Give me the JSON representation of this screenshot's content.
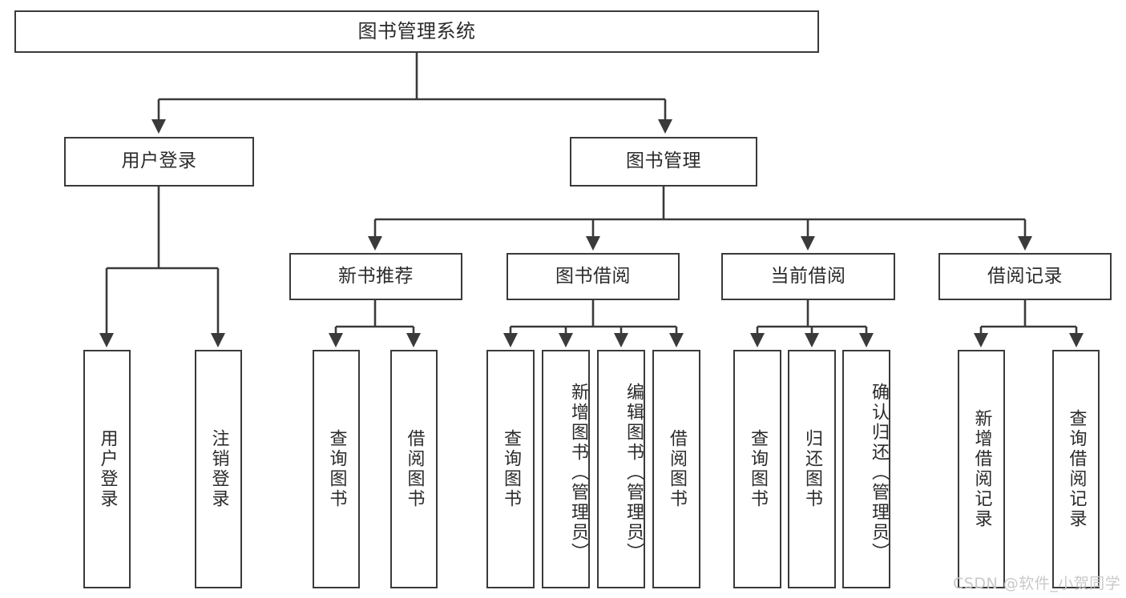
{
  "diagram": {
    "title": "图书管理系统",
    "type": "hierarchy-tree",
    "root": {
      "label": "图书管理系统"
    },
    "level1": [
      {
        "id": "user-login",
        "label": "用户登录"
      },
      {
        "id": "book-manage",
        "label": "图书管理"
      }
    ],
    "level2": [
      {
        "id": "new-book-recommend",
        "label": "新书推荐",
        "parent": "book-manage"
      },
      {
        "id": "book-borrow",
        "label": "图书借阅",
        "parent": "book-manage"
      },
      {
        "id": "current-borrow",
        "label": "当前借阅",
        "parent": "book-manage"
      },
      {
        "id": "borrow-record",
        "label": "借阅记录",
        "parent": "book-manage"
      }
    ],
    "leaves": [
      {
        "id": "leaf-user-login",
        "label": "用户登录",
        "parent": "user-login"
      },
      {
        "id": "leaf-user-logout",
        "label": "注销登录",
        "parent": "user-login"
      },
      {
        "id": "leaf-query-book-1",
        "label": "查询图书",
        "parent": "new-book-recommend"
      },
      {
        "id": "leaf-borrow-book-1",
        "label": "借阅图书",
        "parent": "new-book-recommend"
      },
      {
        "id": "leaf-query-book-2",
        "label": "查询图书",
        "parent": "book-borrow"
      },
      {
        "id": "leaf-add-book",
        "label": "新增图书（管理员）",
        "parent": "book-borrow"
      },
      {
        "id": "leaf-edit-book",
        "label": "编辑图书（管理员）",
        "parent": "book-borrow"
      },
      {
        "id": "leaf-borrow-book-2",
        "label": "借阅图书",
        "parent": "book-borrow"
      },
      {
        "id": "leaf-query-book-3",
        "label": "查询图书",
        "parent": "current-borrow"
      },
      {
        "id": "leaf-return-book",
        "label": "归还图书",
        "parent": "current-borrow"
      },
      {
        "id": "leaf-confirm-return",
        "label": "确认归还（管理员）",
        "parent": "current-borrow"
      },
      {
        "id": "leaf-add-record",
        "label": "新增借阅记录",
        "parent": "borrow-record"
      },
      {
        "id": "leaf-query-record",
        "label": "查询借阅记录",
        "parent": "borrow-record"
      }
    ]
  },
  "watermark": {
    "text": "CSDN @软件_小贺同学"
  },
  "colors": {
    "stroke": "#3a3a3a",
    "text": "#2b2b2b",
    "background": "#ffffff",
    "watermark": "#c9c9c9"
  }
}
